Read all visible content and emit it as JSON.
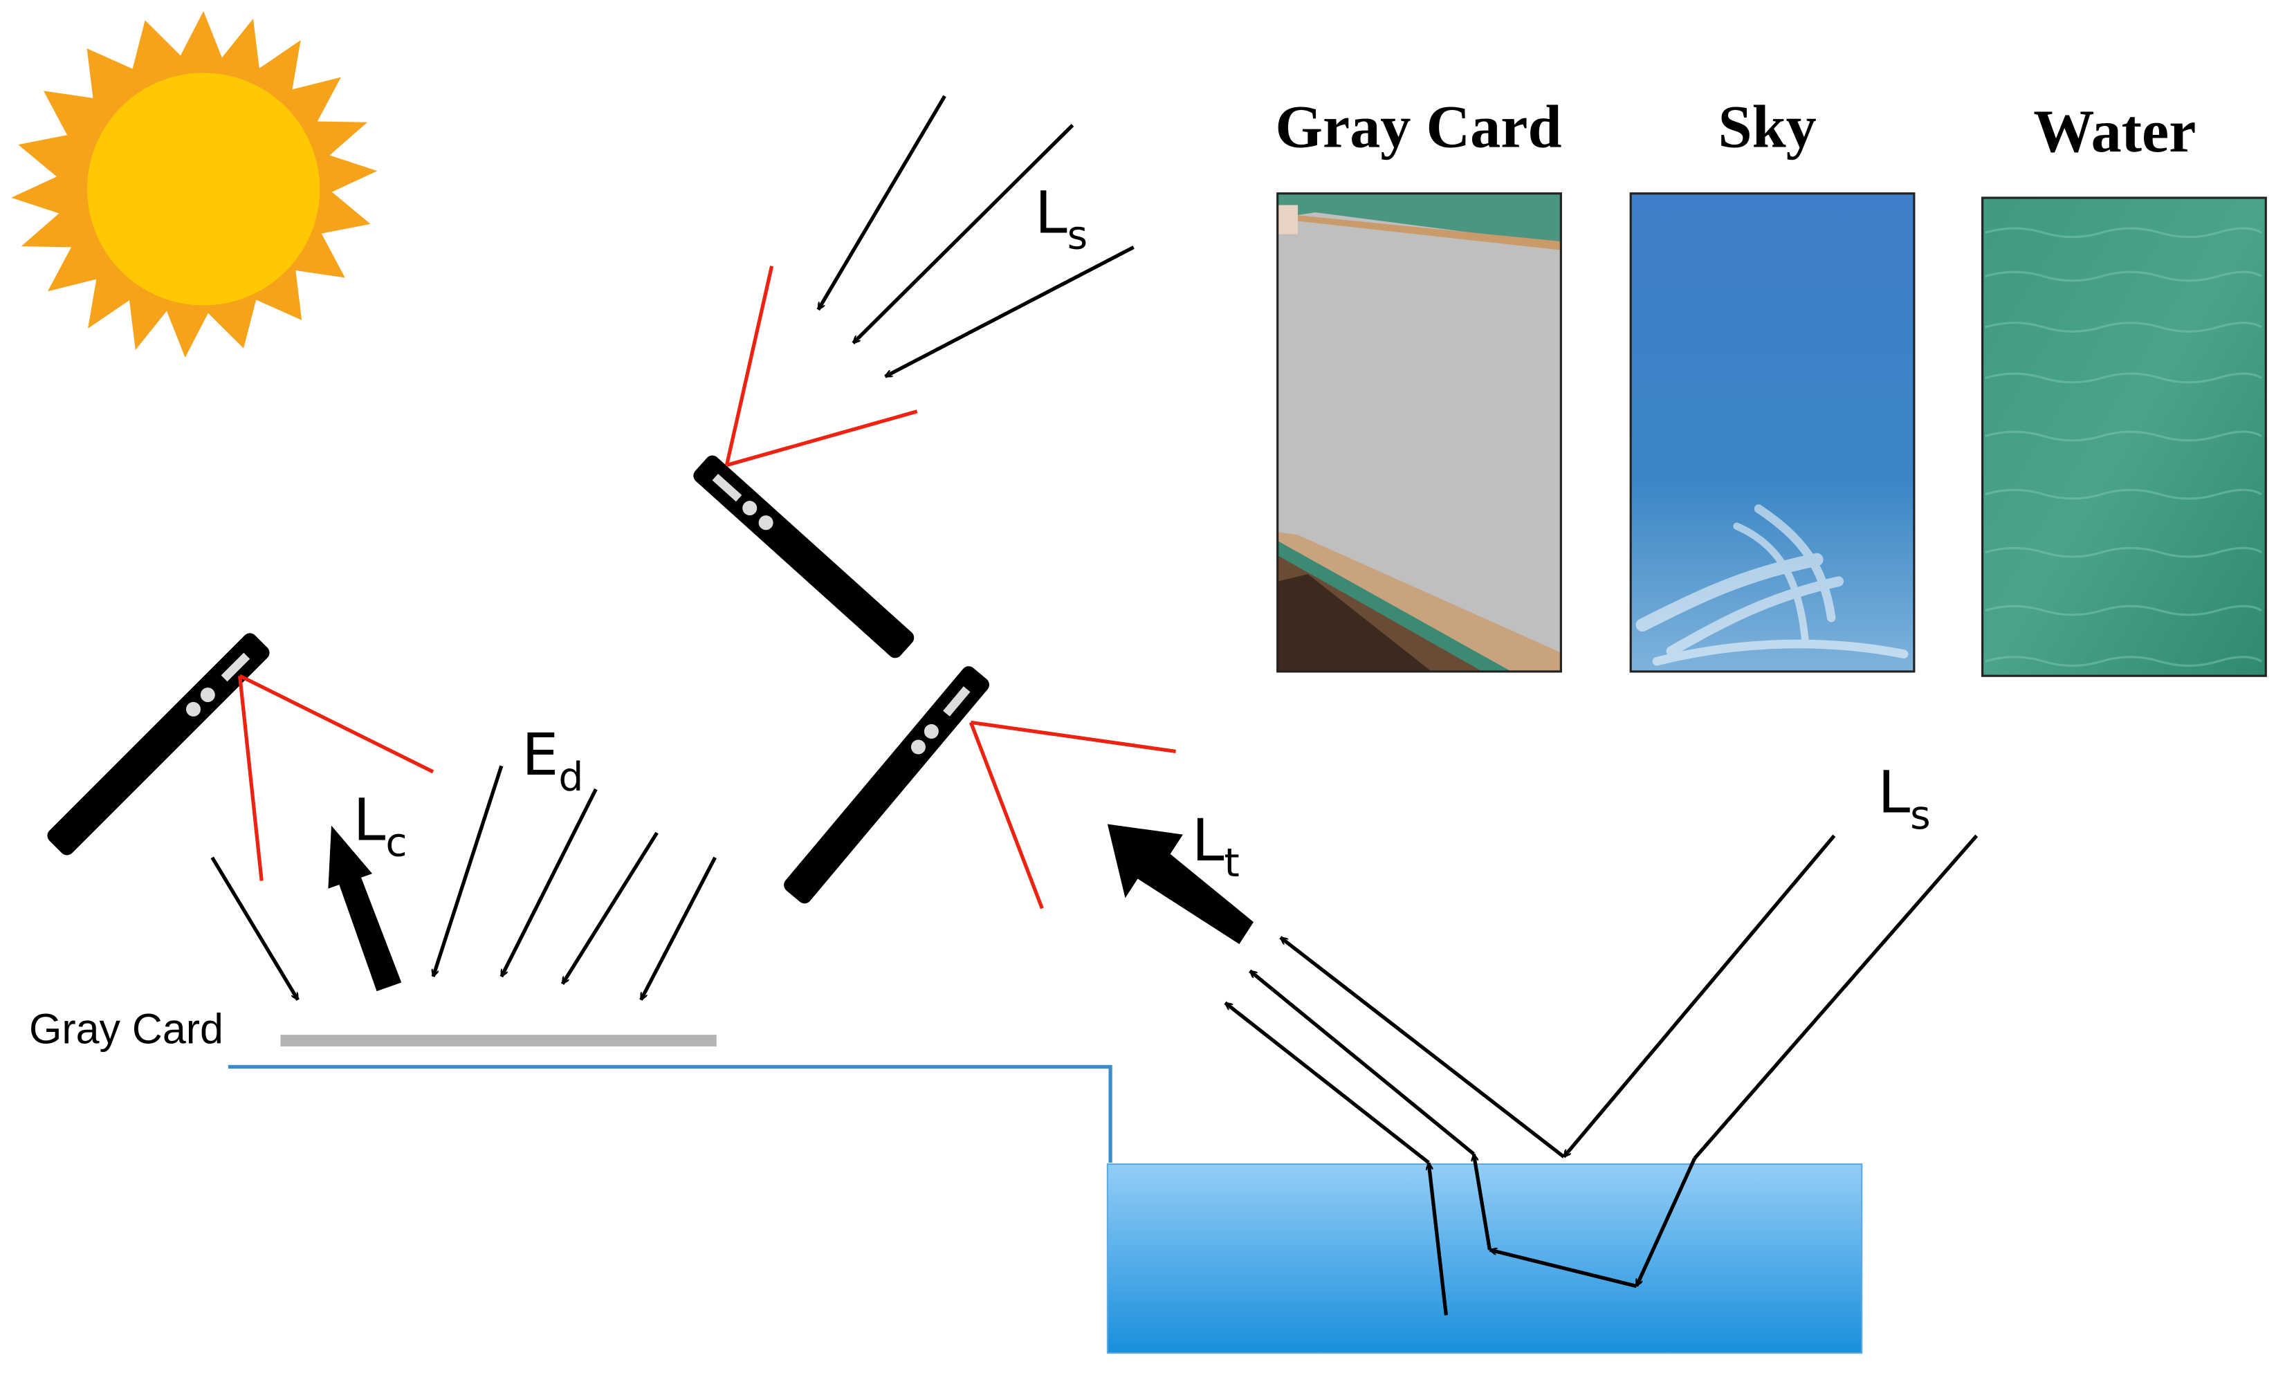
{
  "labels": {
    "ls_top": "L",
    "ls_top_sub": "s",
    "ls_right": "L",
    "ls_right_sub": "s",
    "lc": "L",
    "lc_sub": "c",
    "ed": "E",
    "ed_sub": "d",
    "lt": "L",
    "lt_sub": "t",
    "gray_card": "Gray Card"
  },
  "photos": {
    "gray_card_title": "Gray Card",
    "sky_title": "Sky",
    "water_title": "Water"
  },
  "colors": {
    "sun_core": "#ffc800",
    "sun_rays": "#f7a21b",
    "fov_lines": "#ee2211",
    "water_top": "#93cdf7",
    "water_bottom": "#1a8fdc",
    "ground_line": "#3a8dc8",
    "gray_card": "#b3b3b3"
  }
}
